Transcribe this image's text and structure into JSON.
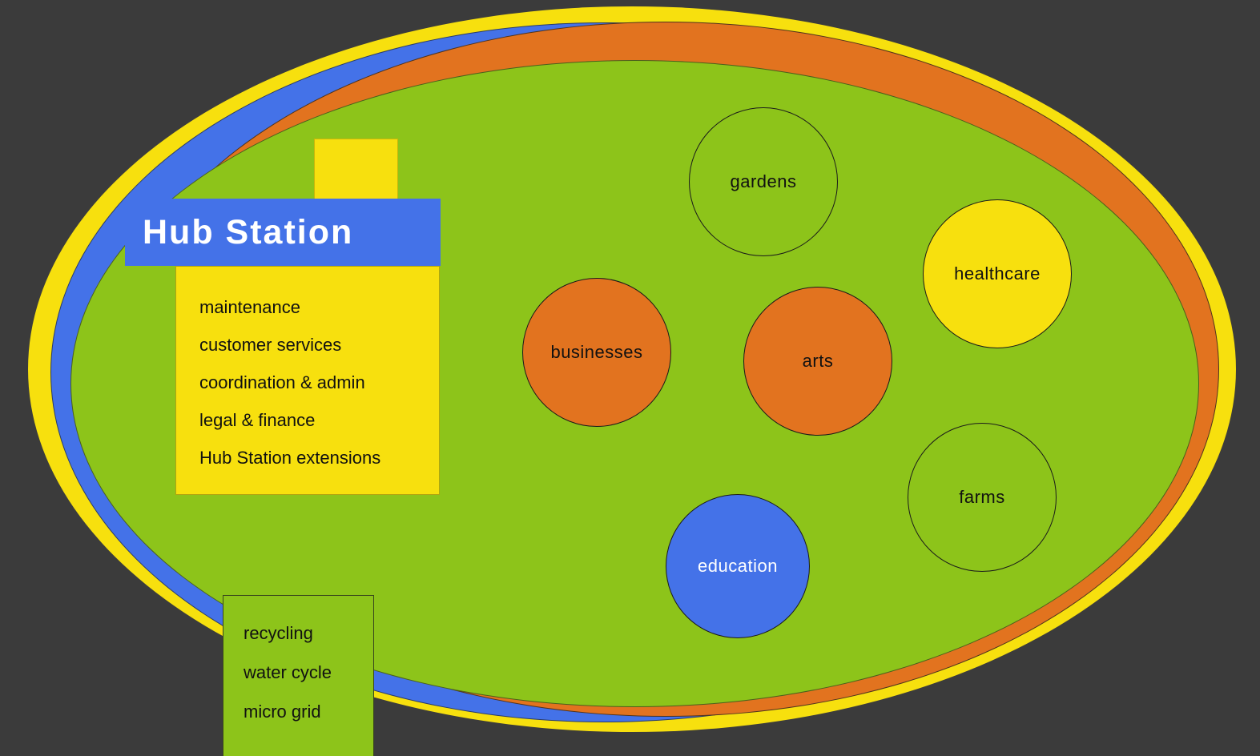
{
  "palette": {
    "background": "#3B3B3B",
    "yellow": "#F7E00E",
    "blue": "#4472E8",
    "orange": "#E2731F",
    "green": "#8DC41A",
    "text_dark": "#111111",
    "text_light": "#FFFFFF"
  },
  "rings": [
    {
      "name": "outer-ring",
      "color": "#F7E00E"
    },
    {
      "name": "left-ring",
      "color": "#4472E8"
    },
    {
      "name": "right-ring",
      "color": "#E2731F"
    },
    {
      "name": "community-field",
      "color": "#8DC41A"
    }
  ],
  "hub_station": {
    "title": "Hub Station",
    "services": [
      "maintenance",
      "customer services",
      "coordination & admin",
      "legal & finance",
      "Hub Station extensions"
    ]
  },
  "infrastructure": {
    "items": [
      "recycling",
      "water cycle",
      "micro grid"
    ]
  },
  "sectors": [
    {
      "label": "gardens",
      "fill": "#8DC41A",
      "text_color": "#111111"
    },
    {
      "label": "healthcare",
      "fill": "#F7E00E",
      "text_color": "#111111"
    },
    {
      "label": "businesses",
      "fill": "#E2731F",
      "text_color": "#111111"
    },
    {
      "label": "arts",
      "fill": "#E2731F",
      "text_color": "#111111"
    },
    {
      "label": "education",
      "fill": "#4472E8",
      "text_color": "#FFFFFF"
    },
    {
      "label": "farms",
      "fill": "#8DC41A",
      "text_color": "#111111"
    }
  ]
}
